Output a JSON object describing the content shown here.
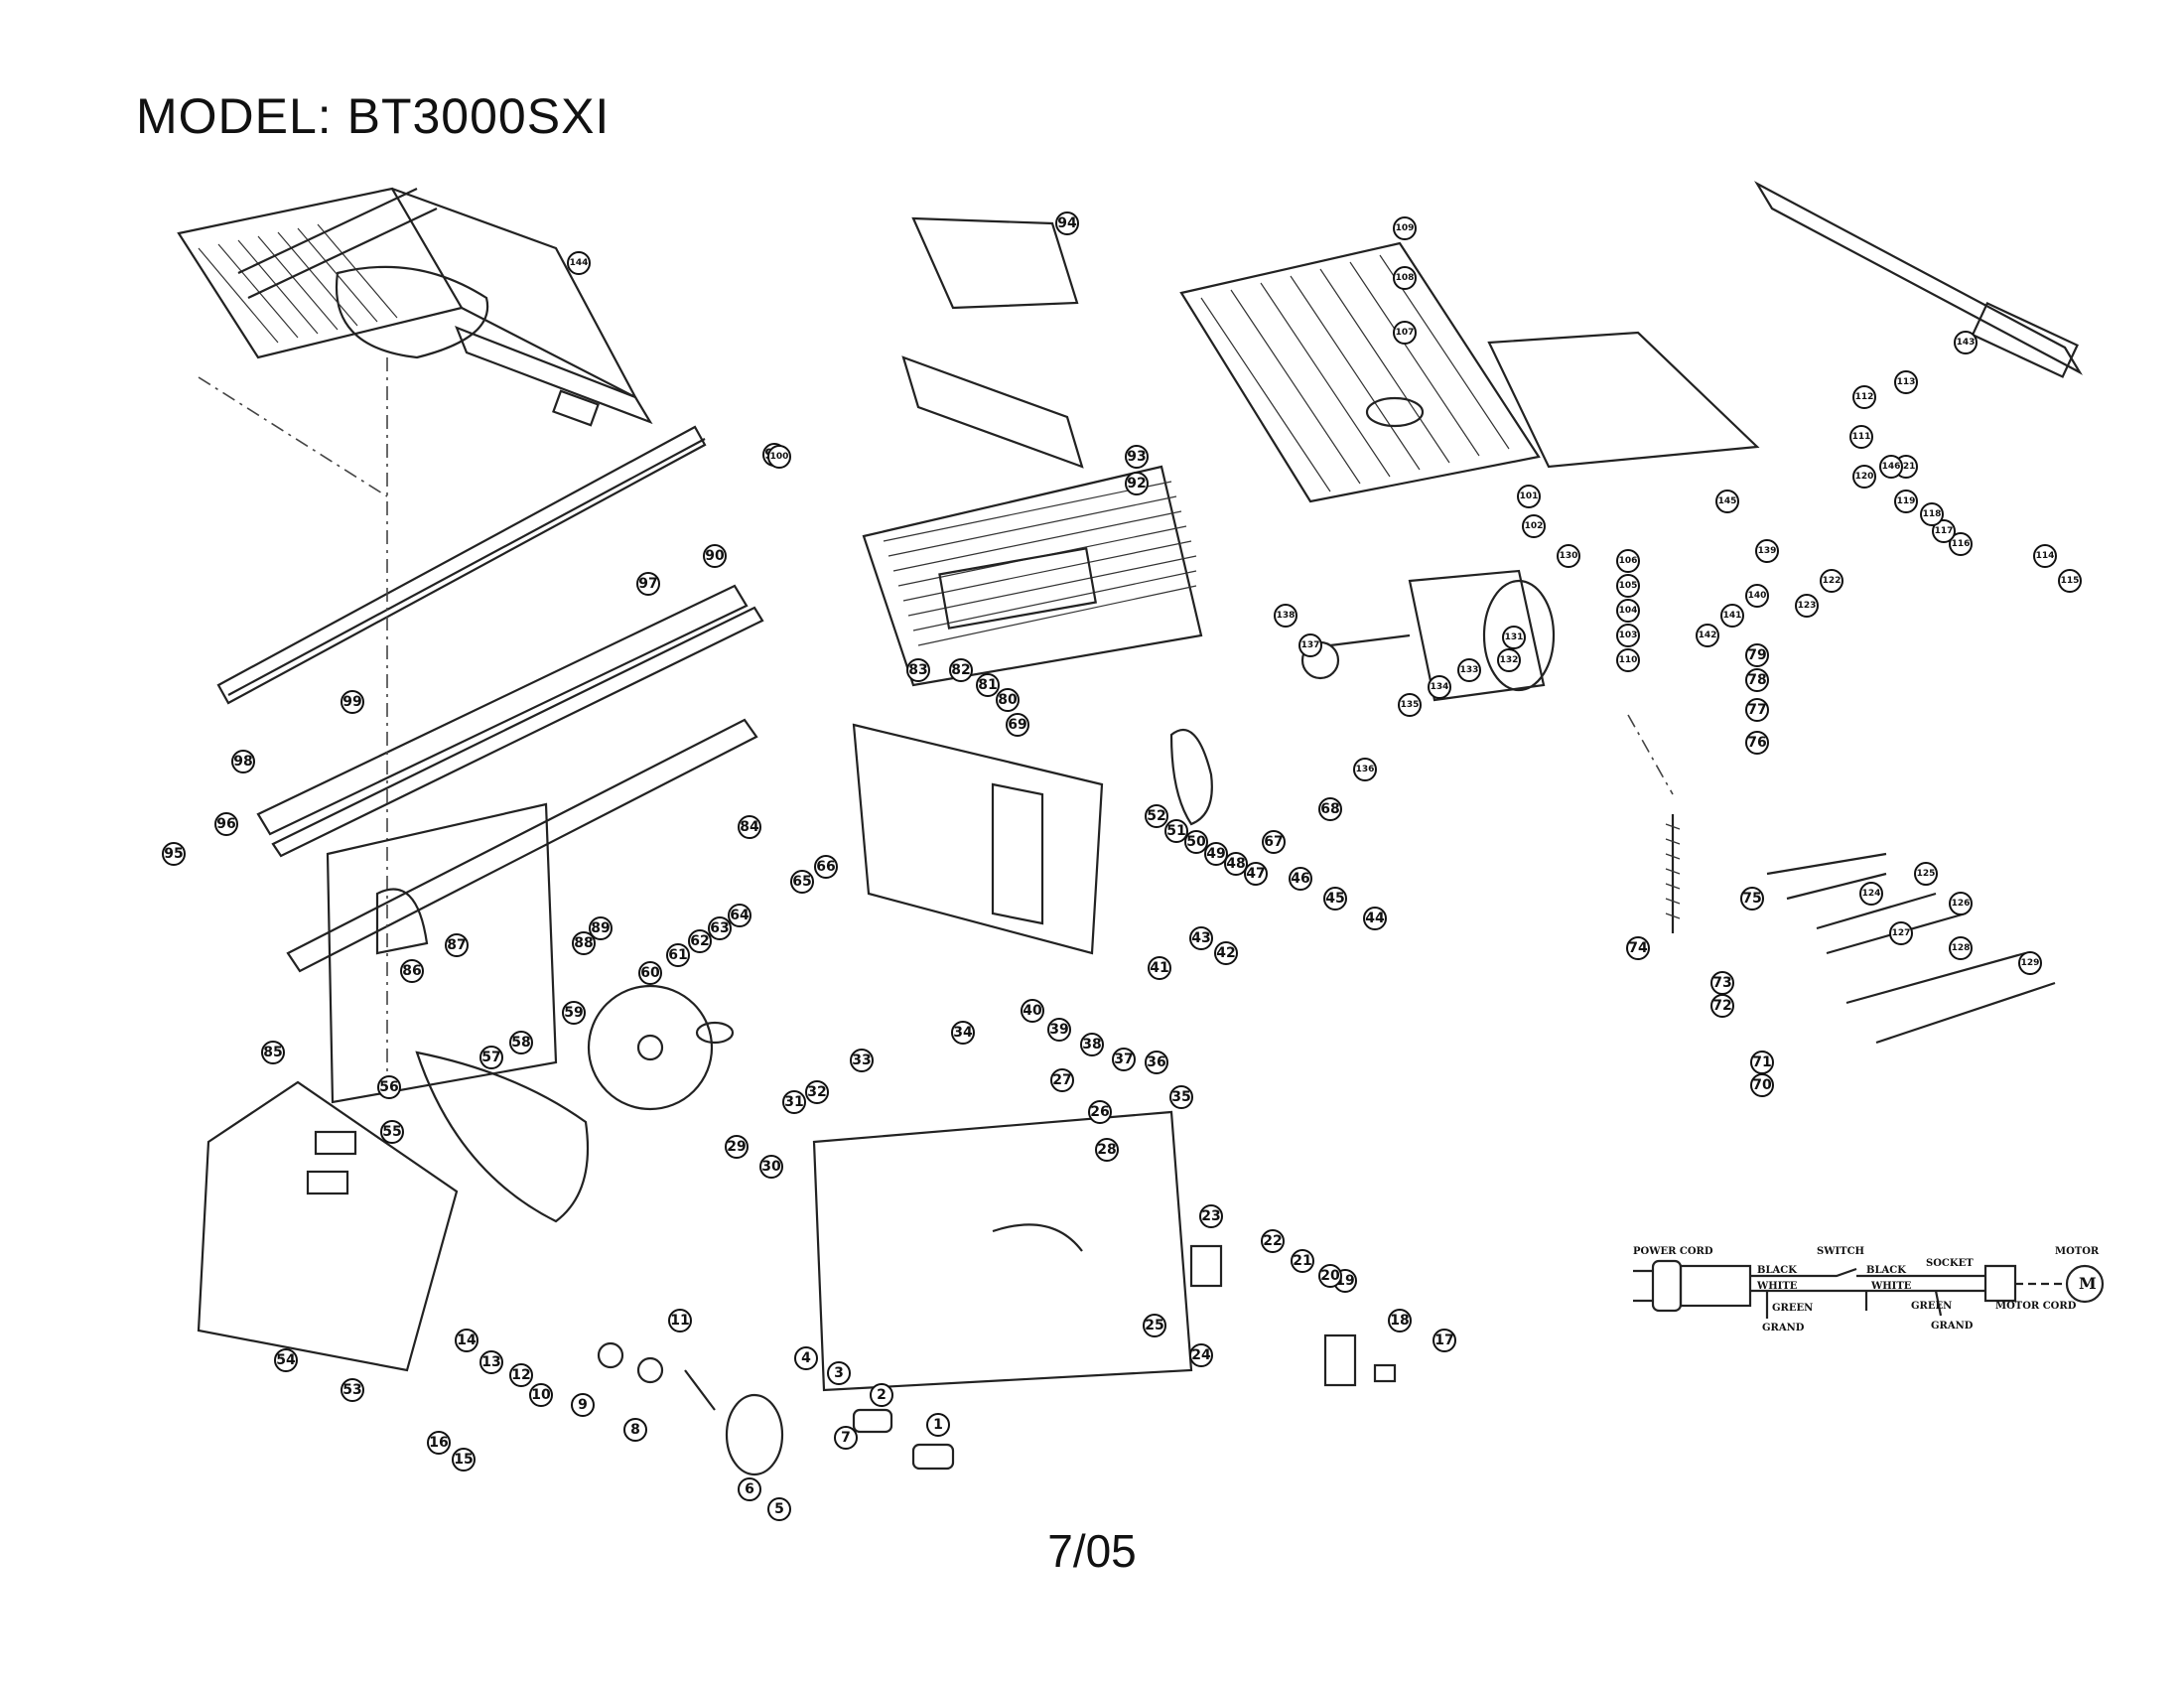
{
  "title": "MODEL: BT3000SXI",
  "date": "7/05",
  "callouts": [
    "1",
    "2",
    "3",
    "4",
    "5",
    "6",
    "7",
    "8",
    "9",
    "10",
    "11",
    "12",
    "13",
    "14",
    "15",
    "16",
    "17",
    "18",
    "19",
    "20",
    "21",
    "22",
    "23",
    "24",
    "25",
    "26",
    "27",
    "28",
    "29",
    "30",
    "31",
    "32",
    "33",
    "34",
    "35",
    "36",
    "37",
    "38",
    "39",
    "40",
    "41",
    "42",
    "43",
    "44",
    "45",
    "46",
    "47",
    "48",
    "49",
    "50",
    "51",
    "52",
    "53",
    "54",
    "55",
    "56",
    "57",
    "58",
    "59",
    "60",
    "61",
    "62",
    "63",
    "64",
    "65",
    "66",
    "67",
    "68",
    "69",
    "70",
    "71",
    "72",
    "73",
    "74",
    "75",
    "76",
    "77",
    "78",
    "79",
    "80",
    "81",
    "82",
    "83",
    "84",
    "85",
    "86",
    "87",
    "88",
    "89",
    "90",
    "91",
    "92",
    "93",
    "94",
    "95",
    "96",
    "97",
    "98",
    "99",
    "100",
    "101",
    "102",
    "103",
    "104",
    "105",
    "106",
    "107",
    "108",
    "109",
    "110",
    "111",
    "112",
    "113",
    "114",
    "115",
    "116",
    "117",
    "118",
    "119",
    "120",
    "121",
    "122",
    "123",
    "124",
    "125",
    "126",
    "127",
    "128",
    "129",
    "130",
    "131",
    "132",
    "133",
    "134",
    "135",
    "136",
    "137",
    "138",
    "139",
    "140",
    "141",
    "142",
    "143",
    "144",
    "145",
    "146"
  ],
  "wiring": {
    "power_cord": "POWER CORD",
    "switch": "SWITCH",
    "socket": "SOCKET",
    "motor": "MOTOR",
    "black": "BLACK",
    "white": "WHITE",
    "green": "GREEN",
    "grand": "GRAND",
    "motor_cord": "MOTOR CORD",
    "motor_symbol": "M"
  }
}
